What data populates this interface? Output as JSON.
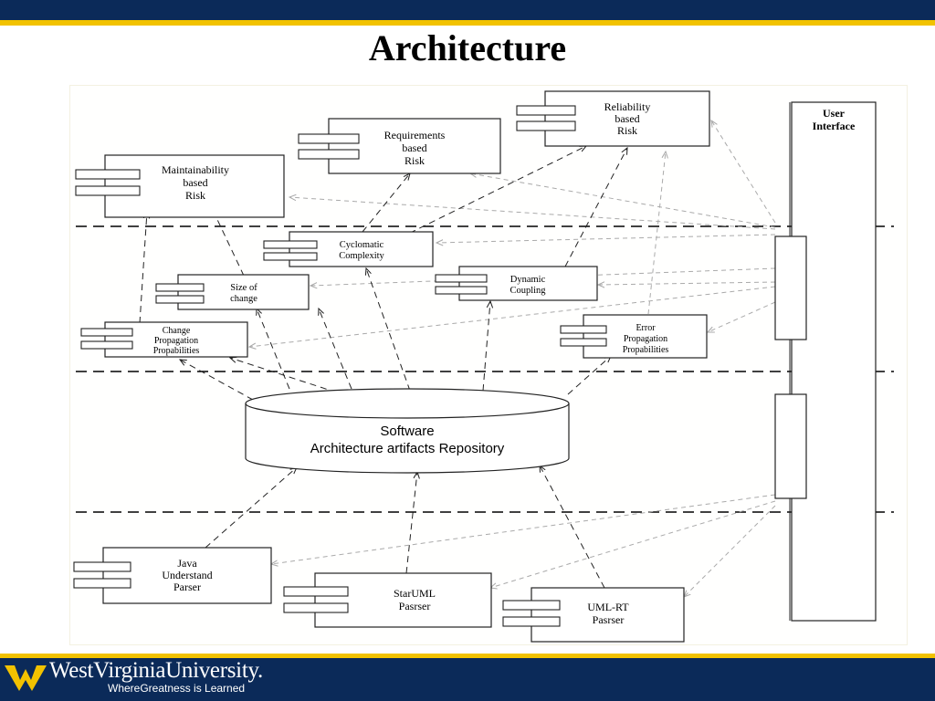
{
  "slide": {
    "title": "Architecture",
    "footer": {
      "university": "WestVirginiaUniversity.",
      "tagline": "WhereGreatness is Learned"
    }
  },
  "diagram": {
    "user_interface": [
      "User",
      "Interface"
    ],
    "repository": [
      "Software",
      "Architecture artifacts Repository"
    ],
    "risk_components": [
      {
        "id": "maintainability",
        "lines": [
          "Maintainability",
          "based",
          "Risk"
        ]
      },
      {
        "id": "requirements",
        "lines": [
          "Requirements",
          "based",
          "Risk"
        ]
      },
      {
        "id": "reliability",
        "lines": [
          "Reliability",
          "based",
          "Risk"
        ]
      }
    ],
    "metric_components": [
      {
        "id": "cyclomatic",
        "lines": [
          "Cyclomatic",
          "Complexity"
        ]
      },
      {
        "id": "size-of-change",
        "lines": [
          "Size of",
          "change"
        ]
      },
      {
        "id": "change-propagation",
        "lines": [
          "Change",
          "Propagation",
          "Propabilities"
        ]
      },
      {
        "id": "dynamic-coupling",
        "lines": [
          "Dynamic",
          "Coupling"
        ]
      },
      {
        "id": "error-propagation",
        "lines": [
          "Error",
          "Propagation",
          "Propabilities"
        ]
      }
    ],
    "parser_components": [
      {
        "id": "java-parser",
        "lines": [
          "Java",
          "Understand",
          "Parser"
        ]
      },
      {
        "id": "staruml-parser",
        "lines": [
          "StarUML",
          "Pasrser"
        ]
      },
      {
        "id": "umlrt-parser",
        "lines": [
          "UML-RT",
          "Pasrser"
        ]
      }
    ]
  }
}
